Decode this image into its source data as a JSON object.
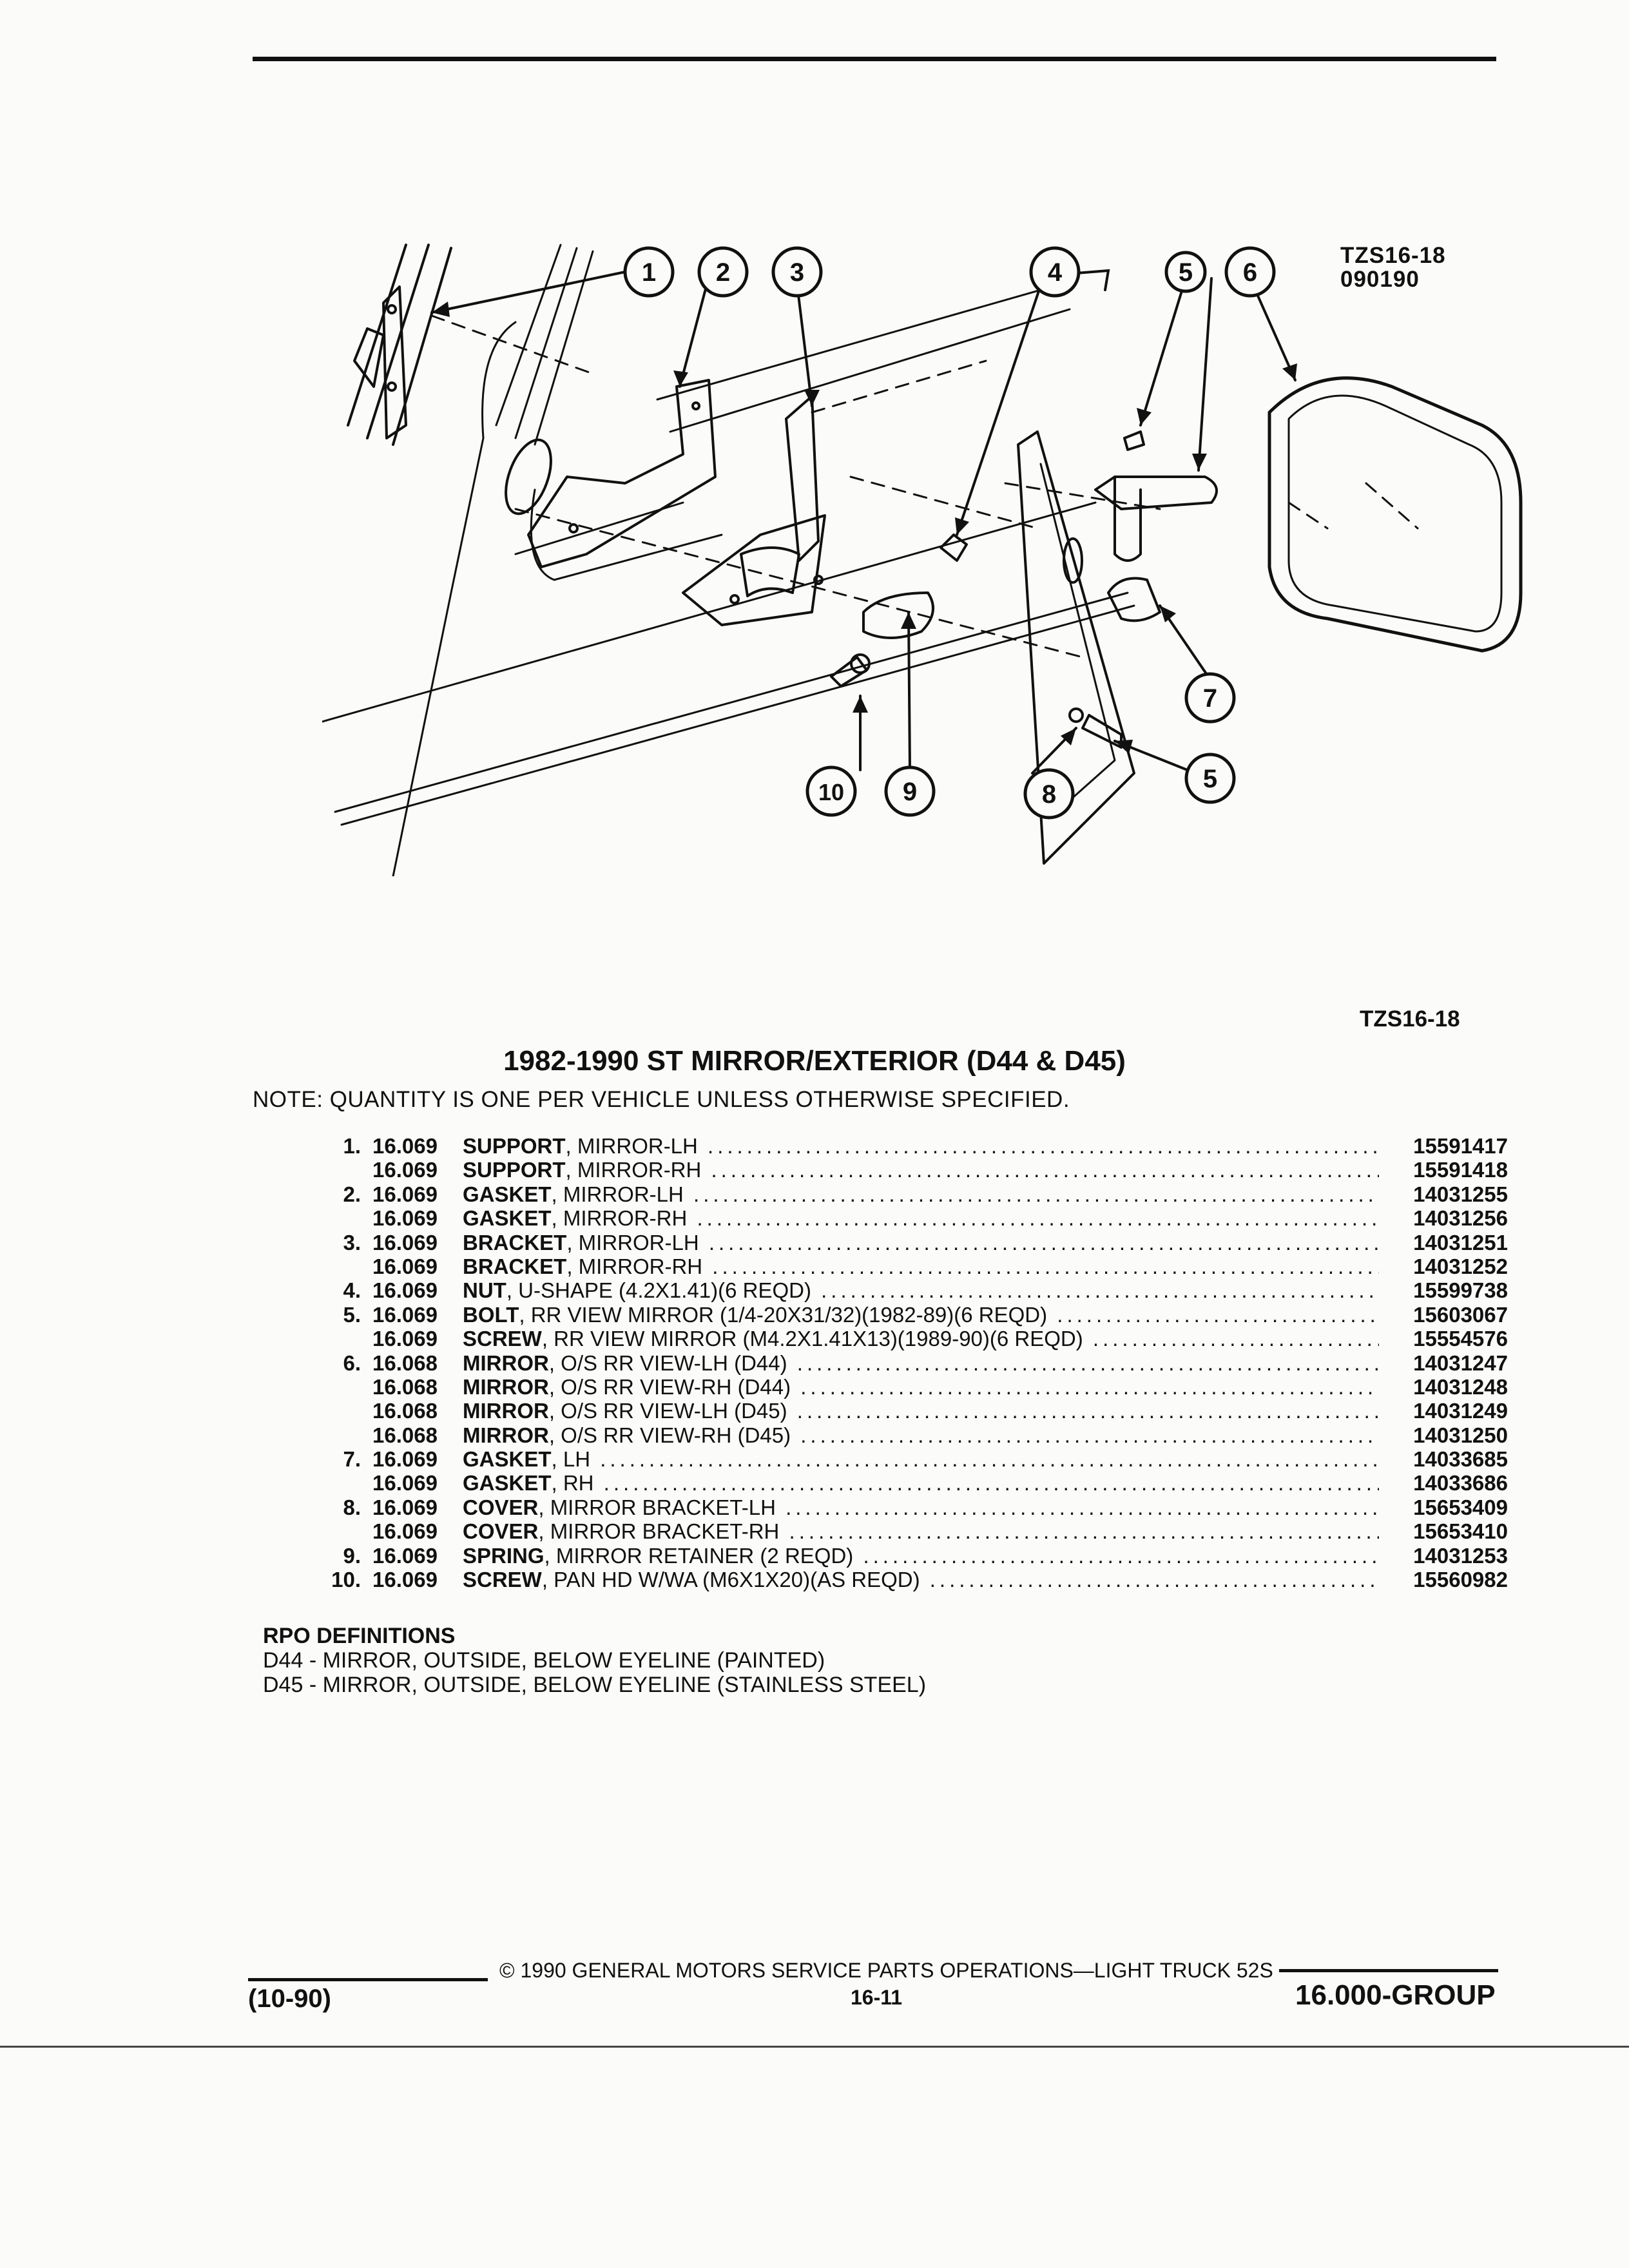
{
  "figure": {
    "code": "TZS16-18",
    "date": "090190",
    "callouts": [
      "1",
      "2",
      "3",
      "4",
      "5",
      "6",
      "5",
      "7",
      "10",
      "9",
      "8"
    ]
  },
  "caption_code": "TZS16-18",
  "title": "1982-1990 ST MIRROR/EXTERIOR (D44 & D45)",
  "note": "NOTE: QUANTITY IS ONE PER VEHICLE UNLESS OTHERWISE SPECIFIED.",
  "parts": [
    {
      "idx": "1.",
      "grp": "16.069",
      "name": "SUPPORT",
      "desc": ", MIRROR-LH",
      "pn": "15591417"
    },
    {
      "idx": "",
      "grp": "16.069",
      "name": "SUPPORT",
      "desc": ", MIRROR-RH",
      "pn": "15591418"
    },
    {
      "idx": "2.",
      "grp": "16.069",
      "name": "GASKET",
      "desc": ", MIRROR-LH",
      "pn": "14031255"
    },
    {
      "idx": "",
      "grp": "16.069",
      "name": "GASKET",
      "desc": ", MIRROR-RH",
      "pn": "14031256"
    },
    {
      "idx": "3.",
      "grp": "16.069",
      "name": "BRACKET",
      "desc": ", MIRROR-LH",
      "pn": "14031251"
    },
    {
      "idx": "",
      "grp": "16.069",
      "name": "BRACKET",
      "desc": ", MIRROR-RH",
      "pn": "14031252"
    },
    {
      "idx": "4.",
      "grp": "16.069",
      "name": "NUT",
      "desc": ", U-SHAPE (4.2X1.41)(6 REQD)",
      "pn": "15599738"
    },
    {
      "idx": "5.",
      "grp": "16.069",
      "name": "BOLT",
      "desc": ", RR VIEW MIRROR (1/4-20X31/32)(1982-89)(6 REQD)",
      "pn": "15603067"
    },
    {
      "idx": "",
      "grp": "16.069",
      "name": "SCREW",
      "desc": ", RR VIEW MIRROR (M4.2X1.41X13)(1989-90)(6 REQD)",
      "pn": "15554576"
    },
    {
      "idx": "6.",
      "grp": "16.068",
      "name": "MIRROR",
      "desc": ", O/S RR VIEW-LH (D44)",
      "pn": "14031247"
    },
    {
      "idx": "",
      "grp": "16.068",
      "name": "MIRROR",
      "desc": ", O/S RR VIEW-RH (D44)",
      "pn": "14031248"
    },
    {
      "idx": "",
      "grp": "16.068",
      "name": "MIRROR",
      "desc": ", O/S RR VIEW-LH (D45)",
      "pn": "14031249"
    },
    {
      "idx": "",
      "grp": "16.068",
      "name": "MIRROR",
      "desc": ", O/S RR VIEW-RH (D45)",
      "pn": "14031250"
    },
    {
      "idx": "7.",
      "grp": "16.069",
      "name": "GASKET",
      "desc": ", LH",
      "pn": "14033685"
    },
    {
      "idx": "",
      "grp": "16.069",
      "name": "GASKET",
      "desc": ", RH",
      "pn": "14033686"
    },
    {
      "idx": "8.",
      "grp": "16.069",
      "name": "COVER",
      "desc": ", MIRROR BRACKET-LH",
      "pn": "15653409"
    },
    {
      "idx": "",
      "grp": "16.069",
      "name": "COVER",
      "desc": ", MIRROR BRACKET-RH",
      "pn": "15653410"
    },
    {
      "idx": "9.",
      "grp": "16.069",
      "name": "SPRING",
      "desc": ", MIRROR RETAINER (2 REQD)",
      "pn": "14031253"
    },
    {
      "idx": "10.",
      "grp": "16.069",
      "name": "SCREW",
      "desc": ", PAN HD W/WA (M6X1X20)(AS REQD)",
      "pn": "15560982"
    }
  ],
  "rpo": {
    "heading": "RPO DEFINITIONS",
    "lines": [
      "D44 - MIRROR, OUTSIDE, BELOW EYELINE (PAINTED)",
      "D45 - MIRROR, OUTSIDE, BELOW EYELINE (STAINLESS STEEL)"
    ]
  },
  "footer": {
    "left": "(10-90)",
    "center": "© 1990 GENERAL MOTORS SERVICE PARTS OPERATIONS—LIGHT TRUCK 52S",
    "page": "16-11",
    "right": "16.000-GROUP"
  }
}
